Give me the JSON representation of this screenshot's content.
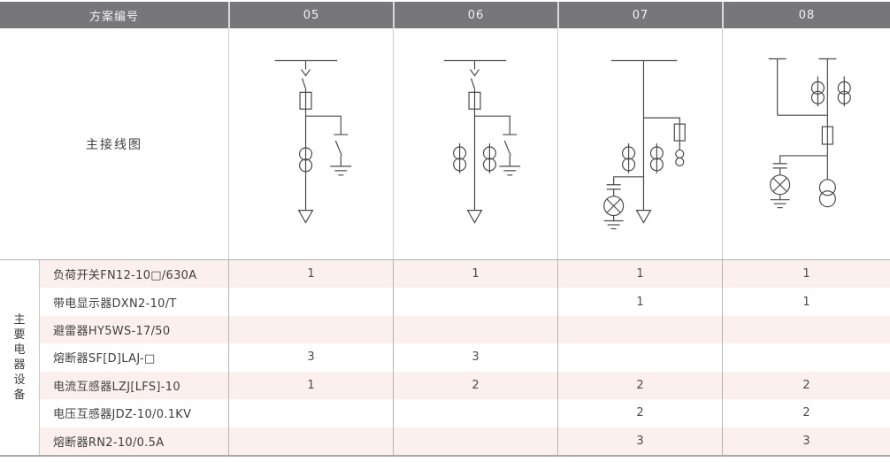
{
  "header": {
    "label": "方案编号",
    "schemes": [
      "05",
      "06",
      "07",
      "08"
    ]
  },
  "diagram_row": {
    "label": "主接线图"
  },
  "section_label": {
    "text": "主要电器设备",
    "chars": [
      "主",
      "要",
      "电",
      "器",
      "设",
      "备"
    ]
  },
  "equipment": {
    "rows": [
      {
        "name": "负荷开关FN12-10□/630A",
        "qty": [
          "1",
          "1",
          "1",
          "1"
        ]
      },
      {
        "name": "带电显示器DXN2-10/T",
        "qty": [
          "",
          "",
          "1",
          "1"
        ]
      },
      {
        "name": "避雷器HY5WS-17/50",
        "qty": [
          "",
          "",
          "",
          ""
        ]
      },
      {
        "name": "熔断器SF[D]LAJ-□",
        "qty": [
          "3",
          "3",
          "",
          ""
        ]
      },
      {
        "name": "电流互感器LZJ[LFS]-10",
        "qty": [
          "1",
          "2",
          "2",
          "2"
        ]
      },
      {
        "name": "电压互感器JDZ-10/0.1KV",
        "qty": [
          "",
          "",
          "2",
          "2"
        ]
      },
      {
        "name": "熔断器RN2-10/0.5A",
        "qty": [
          "",
          "",
          "3",
          "3"
        ]
      }
    ]
  },
  "diagrams": {
    "05": {
      "symbols": [
        "busbar",
        "load-switch",
        "fuse",
        "earthing-switch",
        "current-transformer",
        "outgoing-feeder-arrow"
      ]
    },
    "06": {
      "symbols": [
        "busbar",
        "load-switch",
        "fuse",
        "earthing-switch",
        "current-transformer",
        "current-transformer",
        "outgoing-feeder-arrow"
      ]
    },
    "07": {
      "symbols": [
        "busbar",
        "fuse",
        "voltage-transformer",
        "current-transformer",
        "current-transformer",
        "capacitor",
        "indicator-lamp",
        "earth",
        "outgoing-feeder-arrow"
      ]
    },
    "08": {
      "symbols": [
        "incoming-terminal",
        "incoming-terminal",
        "current-transformer",
        "current-transformer",
        "fuse",
        "capacitor",
        "indicator-lamp",
        "earth",
        "voltage-transformer"
      ]
    }
  },
  "colors": {
    "header_bg": "#77777a",
    "header_text": "#f2f2f2",
    "row_pink": "#fbf0ee",
    "row_white": "#ffffff",
    "grid_line_light": "#cccccc",
    "grid_line": "#b5b5b5",
    "section_border": "#a8a8a8",
    "text": "#3f3f3f",
    "diagram_stroke": "#4a4a4a"
  }
}
